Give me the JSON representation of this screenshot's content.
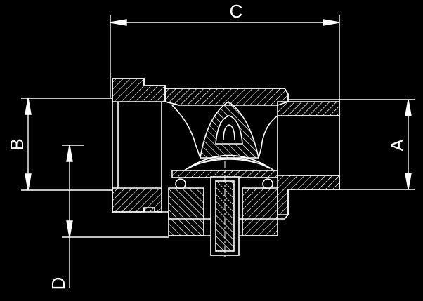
{
  "diagram": {
    "dimension_labels": {
      "C": "C",
      "B": "B",
      "A": "A",
      "D": "D"
    },
    "colors": {
      "background": "#000000",
      "line": "#ffffff"
    }
  }
}
